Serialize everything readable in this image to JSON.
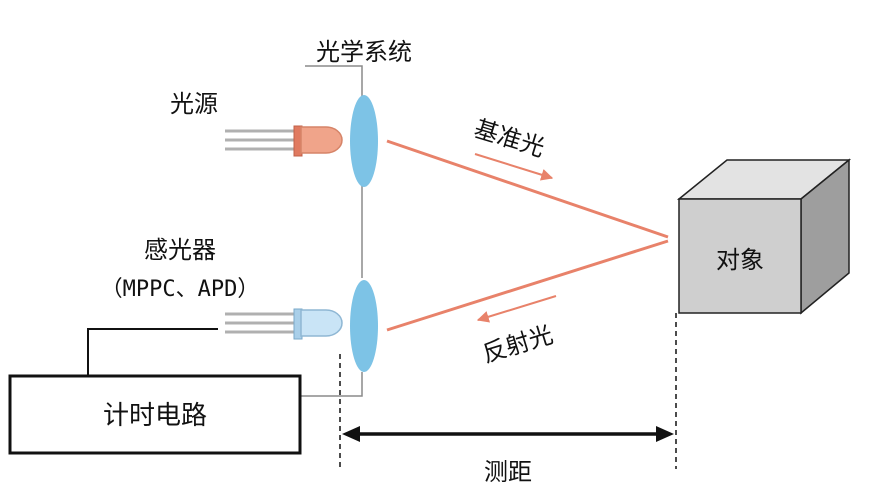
{
  "labels": {
    "optical_system": "光学系统",
    "light_source": "光源",
    "sensor": "感光器",
    "sensor_types": "（MPPC、APD）",
    "reference_light": "基准光",
    "reflected_light": "反射光",
    "object": "对象",
    "timing_circuit": "计时电路",
    "distance": "测距"
  },
  "colors": {
    "beam": "#e8826a",
    "lens": "#7dc3e6",
    "source_led": "#f0a48a",
    "sensor_led": "#c9e4f6",
    "object_face": "#cfcfcf",
    "object_top": "#e3e3e3",
    "object_side": "#9e9e9e",
    "outline": "#222222"
  },
  "icons": {
    "light_source": "led-icon",
    "sensor": "photodiode-icon",
    "lens": "convex-lens-icon",
    "object": "cube-icon"
  }
}
